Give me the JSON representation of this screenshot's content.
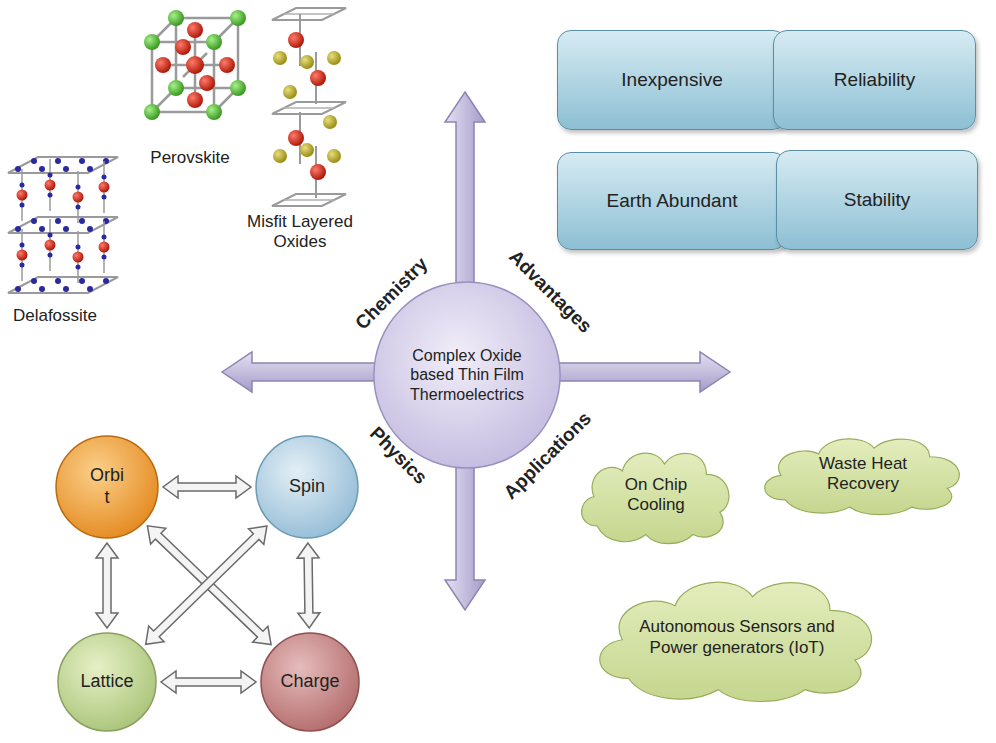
{
  "diagram": {
    "nodes": [
      {
        "text": [
          "Chemistry",
          "Advantages",
          "Physics",
          "Applications"
        ]
      },
      {
        "text": [
          "Complex Oxide based Thin Film Thermoelectrics"
        ],
        "in": 0
      },
      {
        "text": [
          "Inexpensive"
        ]
      },
      {
        "text": [
          "Reliability"
        ]
      },
      {
        "text": [
          "Earth Abundant"
        ]
      },
      {
        "text": [
          "Stability"
        ]
      },
      {
        "text": [
          "Orbi t"
        ]
      },
      {
        "text": [
          "Spin"
        ]
      },
      {
        "text": [
          "Lattice"
        ]
      },
      {
        "text": [
          "Charge"
        ]
      },
      {
        "text": [
          "On Chip Cooling"
        ]
      },
      {
        "text": [
          "Waste Heat Recovery"
        ]
      },
      {
        "text": [
          "Autonomous Sensors and Power generators (IoT)"
        ]
      }
    ],
    "edges": [
      {
        "from": 6,
        "to": 7,
        "arrow": "both"
      },
      {
        "from": 6,
        "to": 8,
        "arrow": "both"
      },
      {
        "from": 6,
        "to": 9,
        "arrow": "both"
      },
      {
        "from": 7,
        "to": 8,
        "arrow": "both"
      },
      {
        "from": 7,
        "to": 9,
        "arrow": "both"
      },
      {
        "from": 8,
        "to": 9,
        "arrow": "both"
      }
    ],
    "labels": [
      "Perovskite",
      "Misfit Layered Oxides",
      "Delafossite"
    ]
  }
}
